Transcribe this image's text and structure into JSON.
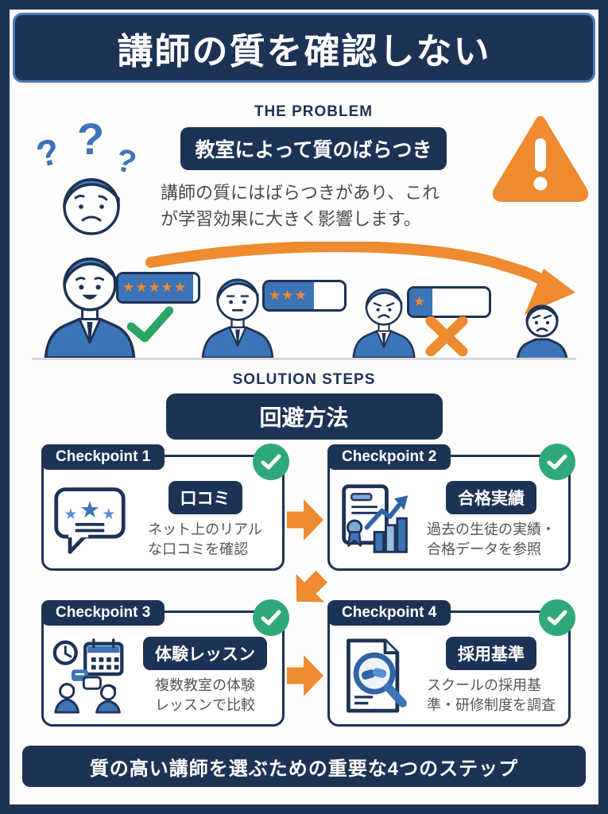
{
  "header": {
    "title": "講師の質を確認しない"
  },
  "problem": {
    "section_label": "THE PROBLEM",
    "badge": "教室によって質のばらつき",
    "desc_line1": "講師の質にはばらつきがあり、これ",
    "desc_line2": "が学習効果に大きく影響します。"
  },
  "ratings": [
    {
      "name": "five-star-rating",
      "stars": "★★★★★"
    },
    {
      "name": "three-star-rating",
      "stars": "★★★"
    },
    {
      "name": "one-star-rating",
      "stars": "★"
    }
  ],
  "solution": {
    "section_label": "SOLUTION STEPS",
    "badge": "回避方法"
  },
  "checkpoints": [
    {
      "label": "Checkpoint 1",
      "badge": "口コミ",
      "desc_line1": "ネット上のリアル",
      "desc_line2": "な口コミを確認",
      "icon": "review-speech-bubble-stars-icon"
    },
    {
      "label": "Checkpoint 2",
      "badge": "合格実績",
      "desc_line1": "過去の生徒の実績・",
      "desc_line2": "合格データを参照",
      "icon": "certificate-chart-icon"
    },
    {
      "label": "Checkpoint 3",
      "badge": "体験レッスン",
      "desc_line1": "複数教室の体験",
      "desc_line2": "レッスンで比較",
      "icon": "clock-calendar-people-icon"
    },
    {
      "label": "Checkpoint 4",
      "badge": "採用基準",
      "desc_line1": "スクールの採用基",
      "desc_line2": "準・研修制度を調査",
      "icon": "document-magnifier-handshake-icon"
    }
  ],
  "footer": {
    "text": "質の高い講師を選ぶための重要な4つのステップ"
  },
  "icons": {
    "check": "✓",
    "cross": "✕",
    "star": "★",
    "warning": "!",
    "question": "?"
  },
  "colors": {
    "navy": "#1d3356",
    "header_border": "#4d7bb5",
    "blue": "#3d74b8",
    "hair_blue": "#4a7fc1",
    "orange": "#ee8a2f",
    "green_circle": "#2fa87c",
    "green_check": "#2aa564",
    "body_text": "#4a4a4a",
    "divider": "#d8d8d8"
  }
}
